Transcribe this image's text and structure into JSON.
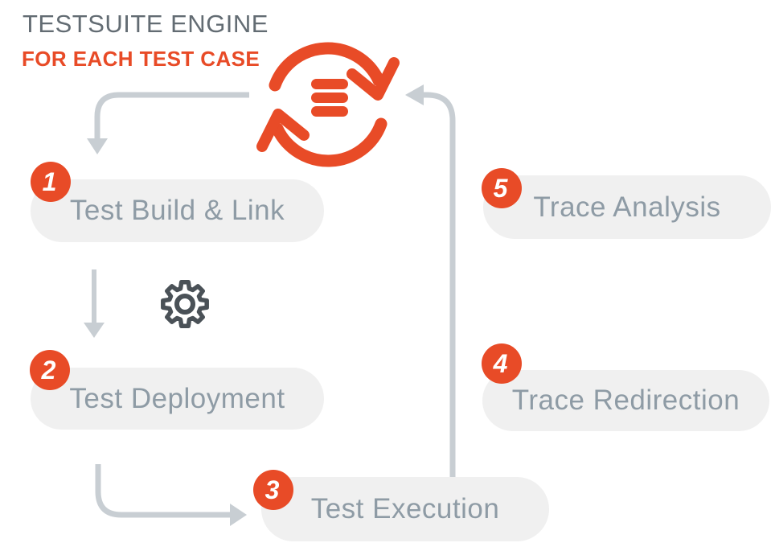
{
  "header": {
    "title": "TESTSUITE ENGINE",
    "subtitle": "FOR EACH TEST CASE"
  },
  "steps": [
    {
      "number": "1",
      "label": "Test Build & Link"
    },
    {
      "number": "2",
      "label": "Test Deployment"
    },
    {
      "number": "3",
      "label": "Test Execution"
    },
    {
      "number": "4",
      "label": "Trace Redirection"
    },
    {
      "number": "5",
      "label": "Trace Analysis"
    }
  ],
  "icons": {
    "loop": "sync-loop-icon",
    "gear": "gear-icon",
    "arrows": [
      "arrow-loop-to-step1",
      "arrow-step1-to-step2",
      "arrow-step2-to-step3",
      "arrow-step3-to-loop"
    ]
  },
  "colors": {
    "accent": "#E84B27",
    "pill_bg": "#F0F0F0",
    "pill_text": "#8E9BA5",
    "title": "#636C73",
    "arrow": "#C8CED3",
    "gear": "#4A5157"
  }
}
